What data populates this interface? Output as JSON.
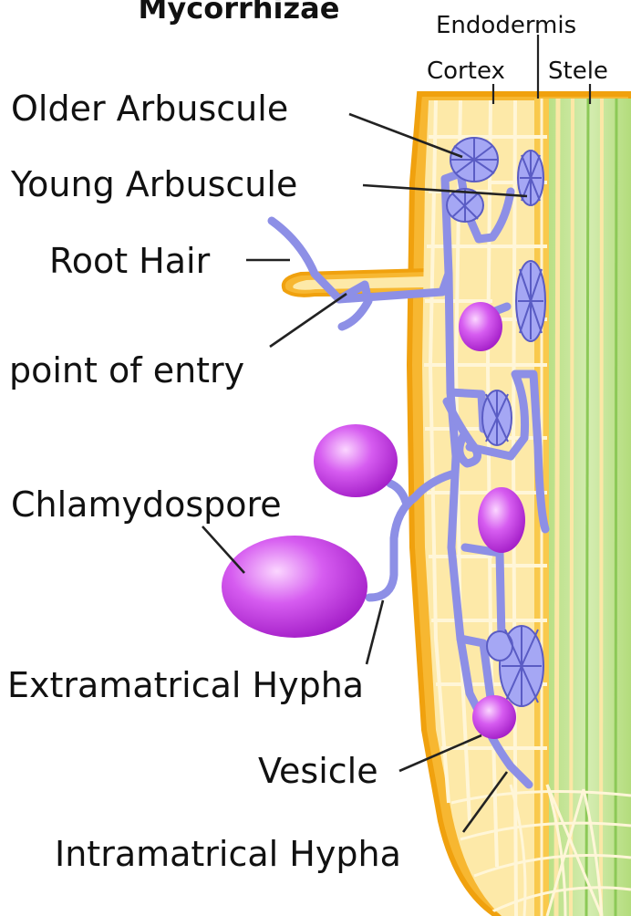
{
  "title": "Mycorrhizae",
  "labels": {
    "endodermis": "Endodermis",
    "cortex": "Cortex",
    "stele": "Stele",
    "older_arbuscule": "Older Arbuscule",
    "young_arbuscule": "Young Arbuscule",
    "root_hair": "Root Hair",
    "point_of_entry": "point of entry",
    "chlamydospore": "Chlamydospore",
    "extramatrical_hypha": "Extramatrical Hypha",
    "vesicle": "Vesicle",
    "intramatrical_hypha": "Intramatrical Hypha"
  },
  "colors": {
    "root_outline": "#f6b21e",
    "cortex_fill": "#fde9a8",
    "cell_wall": "#fff7dc",
    "stele_fill": "#c8e59a",
    "stele_line": "#7fc24a",
    "hypha": "#8d8fe6",
    "hypha_dark": "#5a5cc4",
    "spore": "#c23ae0"
  }
}
